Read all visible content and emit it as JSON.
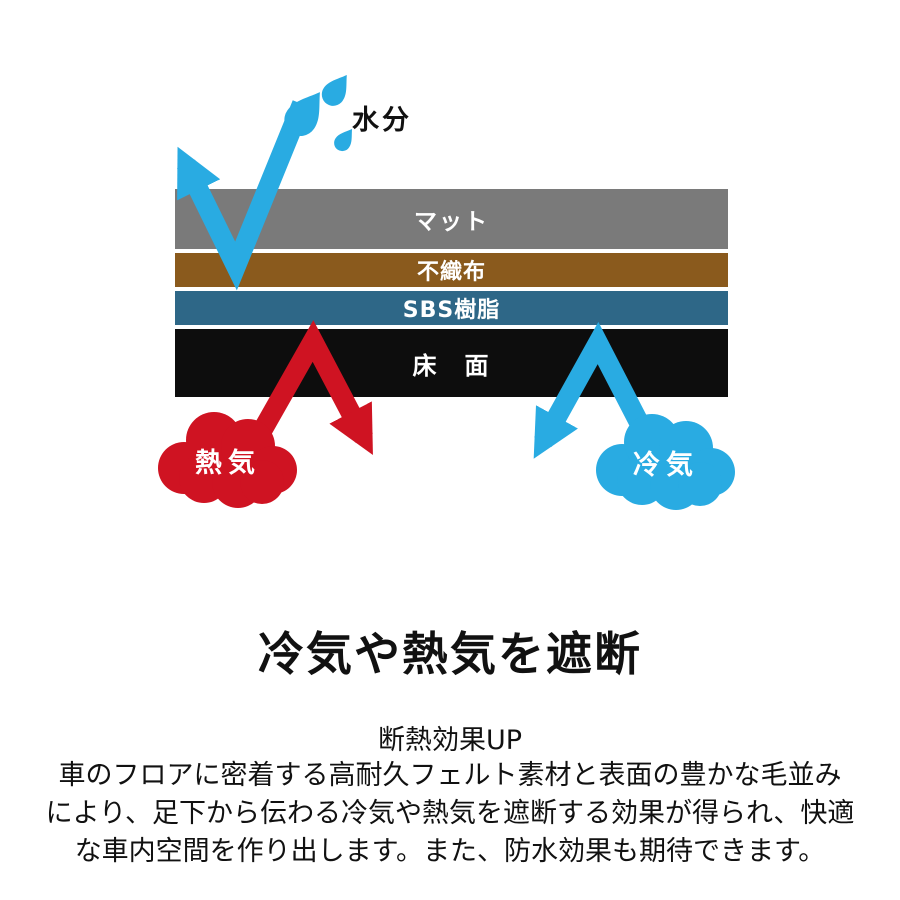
{
  "diagram": {
    "moisture_label": "水分",
    "layers": [
      {
        "label": "マット",
        "color": "#7a7a7a"
      },
      {
        "label": "不織布",
        "color": "#8a5a1d"
      },
      {
        "label": "SBS樹脂",
        "color": "#2e6787"
      },
      {
        "label": "床　面",
        "color": "#0d0d0d"
      }
    ],
    "hot_air_label": "熱気",
    "cold_air_label": "冷気",
    "colors": {
      "water_blue": "#29abe2",
      "hot_red": "#cf1322"
    }
  },
  "text": {
    "heading": "冷気や熱気を遮断",
    "subheading": "断熱効果UP",
    "body_lines": [
      "車のフロアに密着する高耐久フェルト素材と表面の豊かな毛並み",
      "により、足下から伝わる冷気や熱気を遮断する効果が得られ、快適",
      "な車内空間を作り出します。また、防水効果も期待できます。"
    ]
  }
}
